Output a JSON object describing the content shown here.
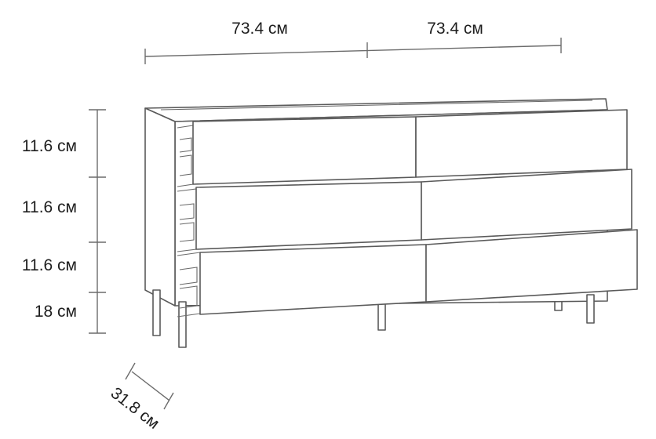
{
  "dimensions": {
    "width_left": "73.4 см",
    "width_right": "73.4 см",
    "drawer_height_1": "11.6 см",
    "drawer_height_2": "11.6 см",
    "drawer_height_3": "11.6 см",
    "leg_height": "18 см",
    "depth": "31.8 см"
  },
  "colors": {
    "line": "#6b6b6b",
    "text": "#1e1e1e",
    "background": "#ffffff"
  },
  "object": "dresser with six drawers"
}
